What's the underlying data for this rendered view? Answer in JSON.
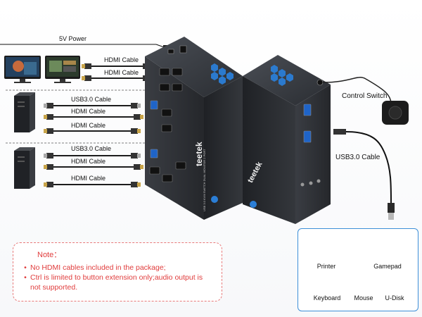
{
  "labels": {
    "power": "5V Power",
    "hdmi_cable": "HDMI Cable",
    "usb3_cable": "USB3.0 Cable",
    "control_switch": "Control Switch"
  },
  "brand": "teetek",
  "device_text": "USB 3.0 KVM SWITCH DUAL MONITOR 2 PORT",
  "note": {
    "title": "Note：",
    "items": [
      "No HDMI cables included in the package;",
      "Ctrl is limited to button extension only;audio output is not supported."
    ]
  },
  "peripherals": {
    "printer": "Printer",
    "gamepad": "Gamepad",
    "keyboard": "Keyboard",
    "mouse": "Mouse",
    "udisk": "U-Disk"
  },
  "colors": {
    "accent_blue": "#3d8fd8",
    "note_red": "#e03c3c",
    "device_dark": "#2b2e33"
  }
}
